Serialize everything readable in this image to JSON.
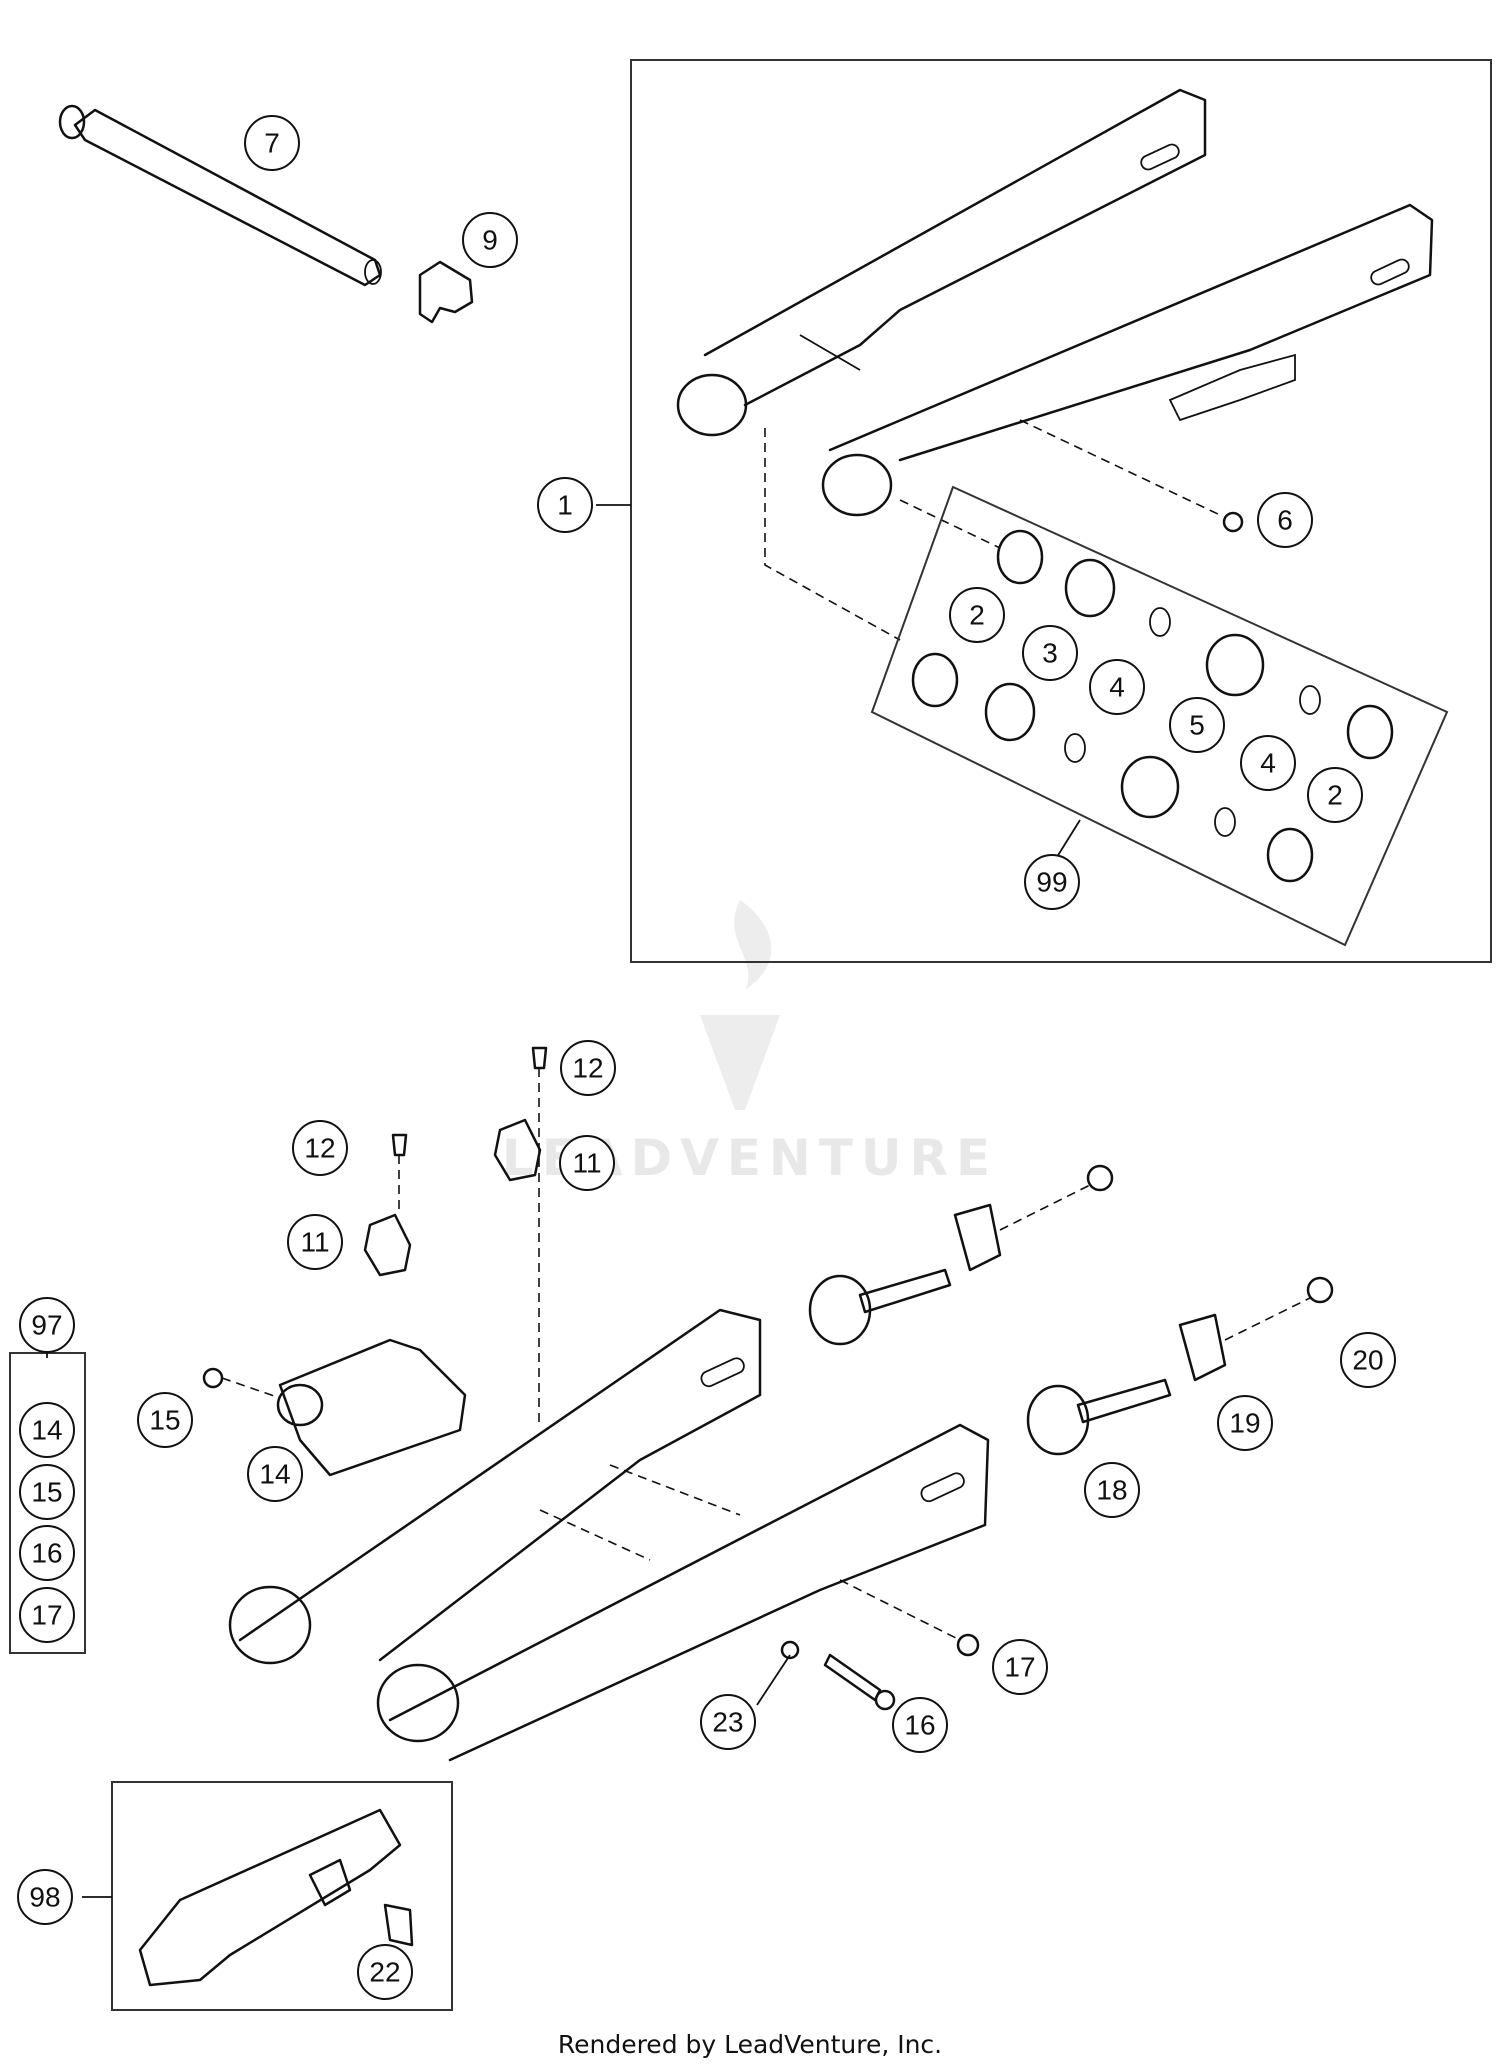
{
  "diagram": {
    "callouts": [
      {
        "id": "c7",
        "label": "7"
      },
      {
        "id": "c9",
        "label": "9"
      },
      {
        "id": "c1",
        "label": "1"
      },
      {
        "id": "c6",
        "label": "6"
      },
      {
        "id": "c2a",
        "label": "2"
      },
      {
        "id": "c3",
        "label": "3"
      },
      {
        "id": "c4a",
        "label": "4"
      },
      {
        "id": "c5",
        "label": "5"
      },
      {
        "id": "c4b",
        "label": "4"
      },
      {
        "id": "c2b",
        "label": "2"
      },
      {
        "id": "c99",
        "label": "99"
      },
      {
        "id": "c12a",
        "label": "12"
      },
      {
        "id": "c12b",
        "label": "12"
      },
      {
        "id": "c11a",
        "label": "11"
      },
      {
        "id": "c11b",
        "label": "11"
      },
      {
        "id": "c97",
        "label": "97"
      },
      {
        "id": "c14a",
        "label": "14"
      },
      {
        "id": "c15a",
        "label": "15"
      },
      {
        "id": "c16a",
        "label": "16"
      },
      {
        "id": "c17a",
        "label": "17"
      },
      {
        "id": "c15b",
        "label": "15"
      },
      {
        "id": "c14b",
        "label": "14"
      },
      {
        "id": "c20",
        "label": "20"
      },
      {
        "id": "c19",
        "label": "19"
      },
      {
        "id": "c18",
        "label": "18"
      },
      {
        "id": "c17b",
        "label": "17"
      },
      {
        "id": "c23",
        "label": "23"
      },
      {
        "id": "c16b",
        "label": "16"
      },
      {
        "id": "c98",
        "label": "98"
      },
      {
        "id": "c22",
        "label": "22"
      }
    ],
    "watermark": "LEADVENTURE"
  },
  "footer": {
    "text": "Rendered by LeadVenture, Inc."
  }
}
